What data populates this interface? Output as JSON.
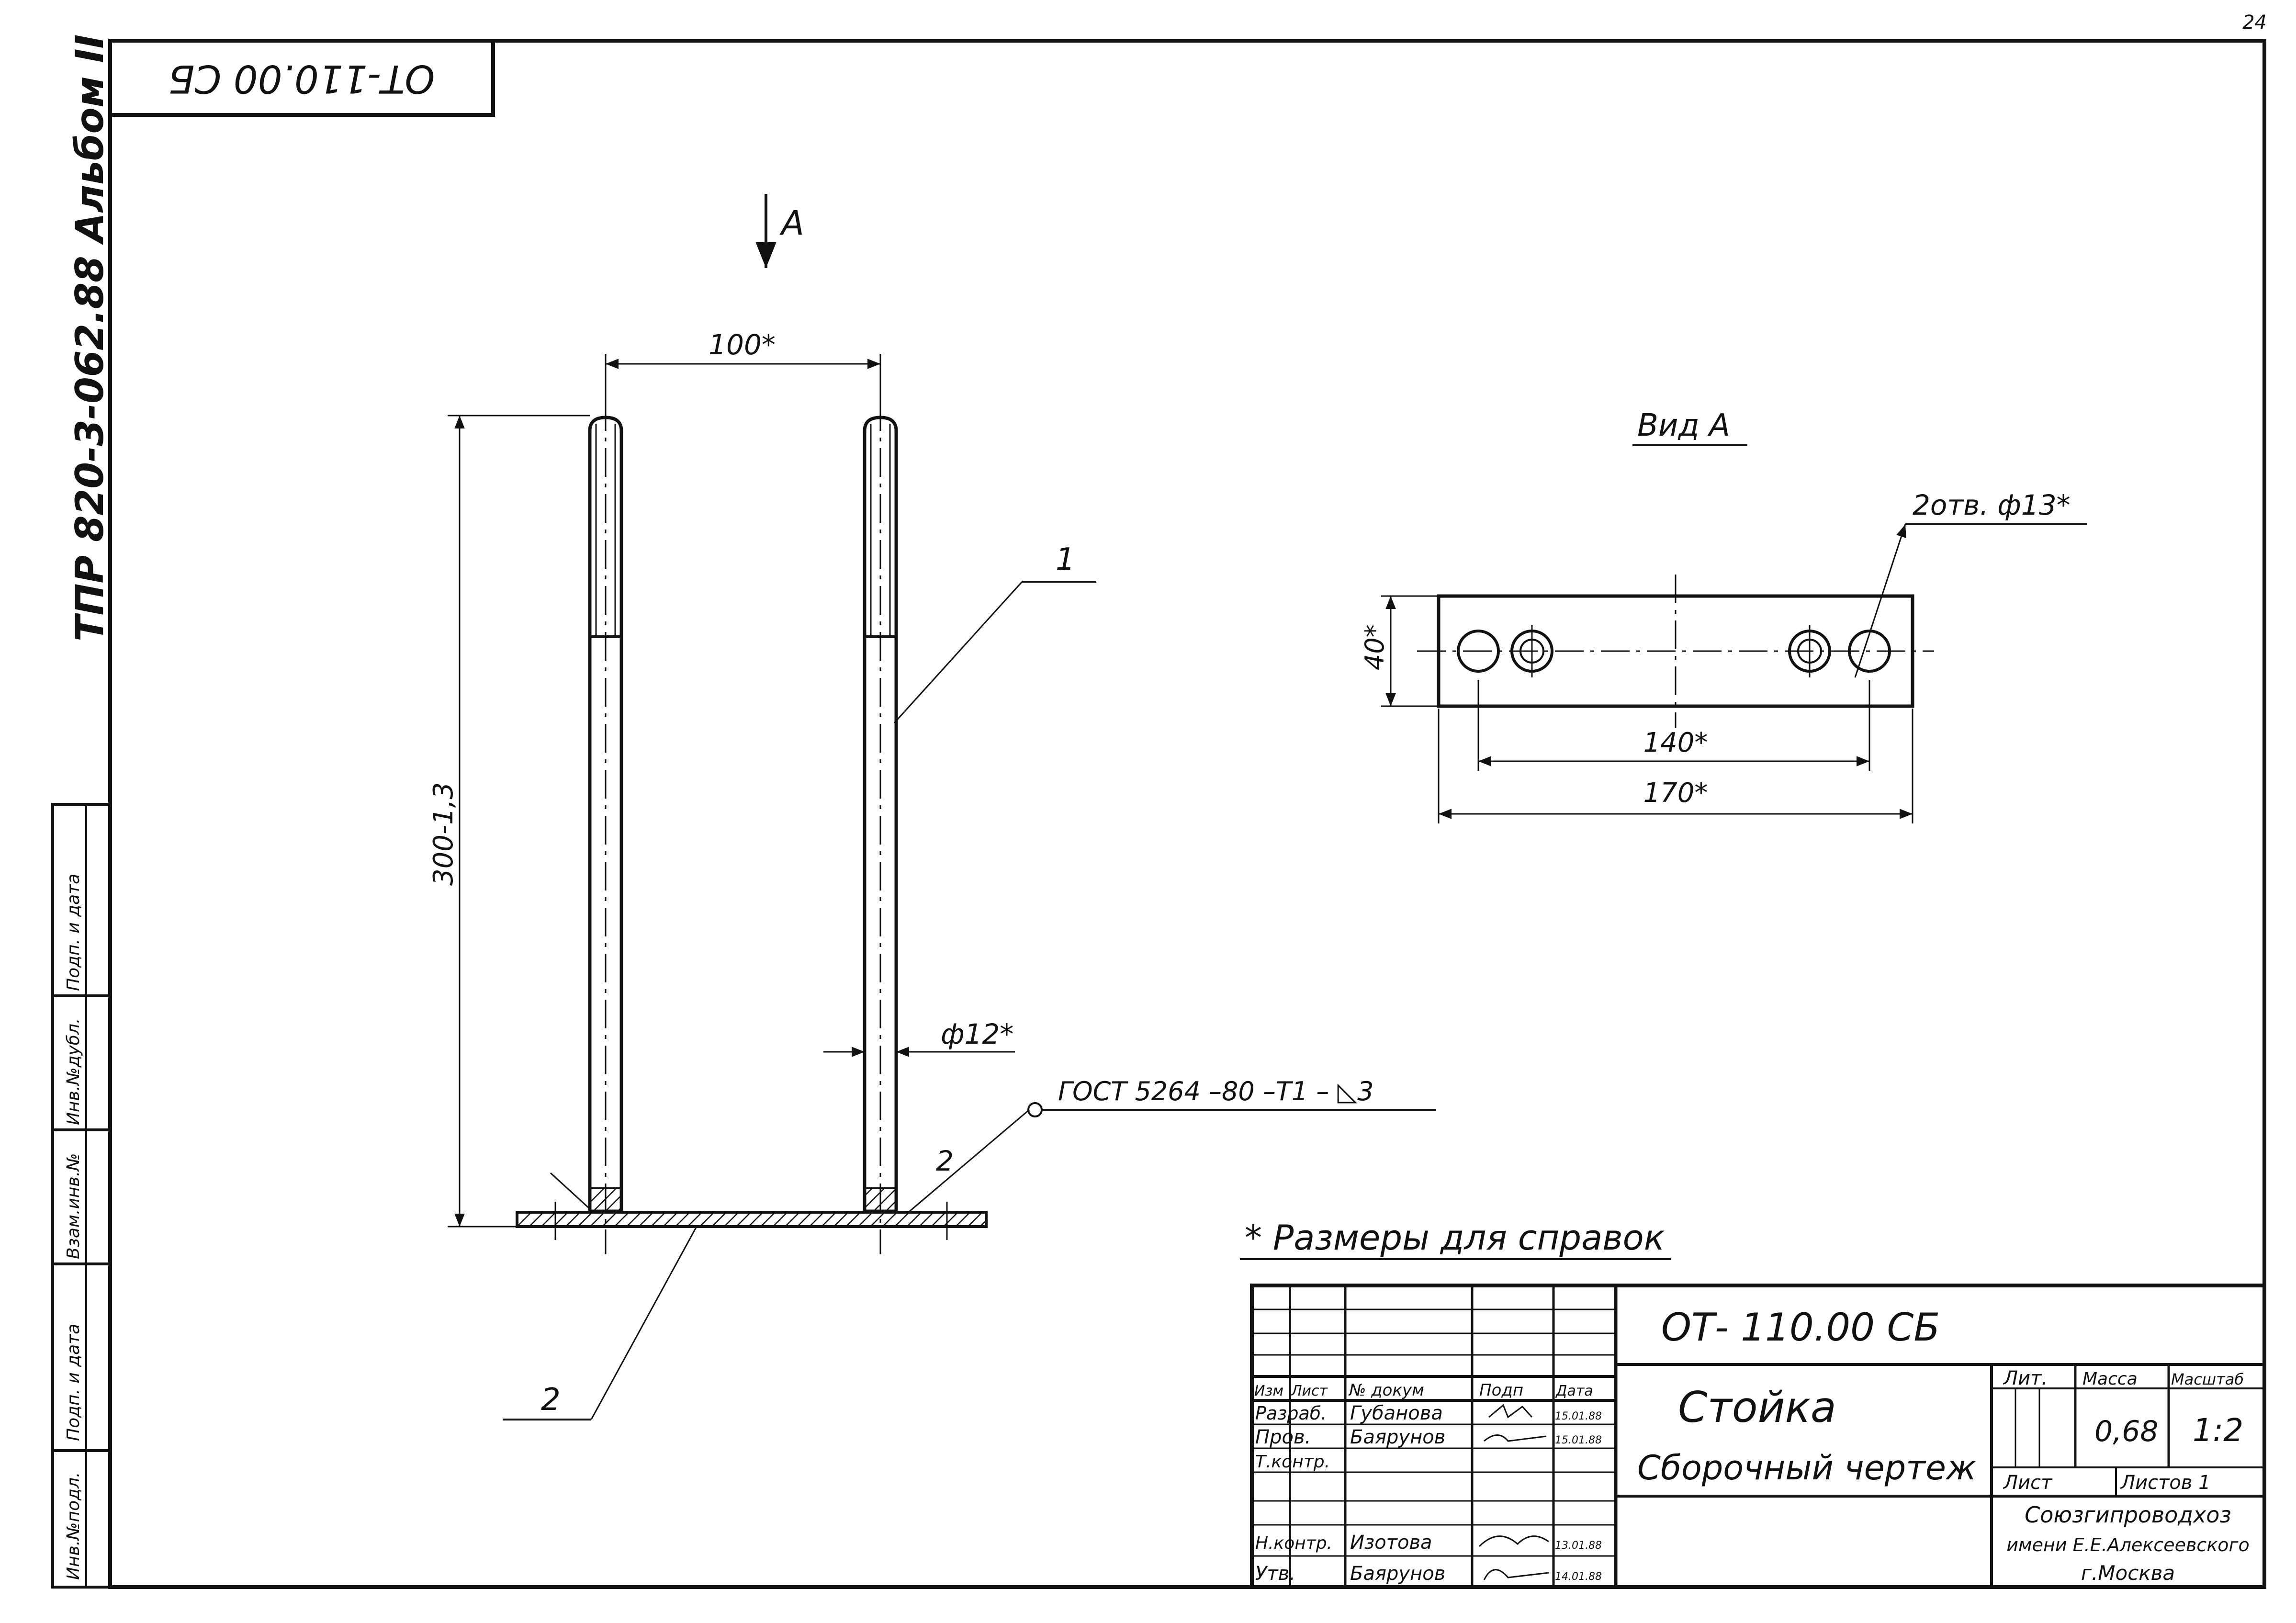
{
  "sheet_number": "24",
  "stamp_code_inverted": "ОТ-110.00 СБ",
  "side_album_label": "ТПР 820-3-062.88   Альбом II",
  "side_columns": [
    "Инв.№подл.",
    "Подп. и дата",
    "Взам.инв.№",
    "Инв.№дубл.",
    "Подп. и дата"
  ],
  "view_arrow_label": "А",
  "view_title": "Вид А",
  "dims": {
    "spacing": "100*",
    "height": "300-1,3",
    "rod_diameter": "ф12*",
    "holes": "2отв. ф13*",
    "plate_width": "40*",
    "hole_spacing": "140*",
    "plate_length": "170*"
  },
  "part_labels": {
    "rod": "1",
    "plate": "2",
    "weld": "2"
  },
  "weld_note": "ГОСТ 5264 –80 –Т1 – ◺3",
  "reference_note": "* Размеры для справок",
  "title_block": {
    "designation": "ОТ- 110.00 СБ",
    "name": "Стойка",
    "doc_type": "Сборочный чертеж",
    "headers": [
      "Изм",
      "Лист",
      "№ докум",
      "Подп",
      "Дата"
    ],
    "rows": [
      {
        "role": "Разраб.",
        "name": "Губанова",
        "date": "15.01.88"
      },
      {
        "role": "Пров.",
        "name": "Баярунов",
        "date": "15.01.88"
      },
      {
        "role": "Т.контр.",
        "name": "",
        "date": ""
      },
      {
        "role": "",
        "name": "",
        "date": ""
      },
      {
        "role": "Н.контр.",
        "name": "Изотова",
        "date": "13.01.88"
      },
      {
        "role": "Утв.",
        "name": "Баярунов",
        "date": "14.01.88"
      }
    ],
    "lit_label": "Лит.",
    "mass_label": "Масса",
    "scale_label": "Масштаб",
    "mass": "0,68",
    "scale": "1:2",
    "sheet_label": "Лист",
    "sheets_label": "Листов 1",
    "org_line1": "Союзгипроводхоз",
    "org_line2": "имени Е.Е.Алексеевского",
    "org_line3": "г.Москва"
  }
}
